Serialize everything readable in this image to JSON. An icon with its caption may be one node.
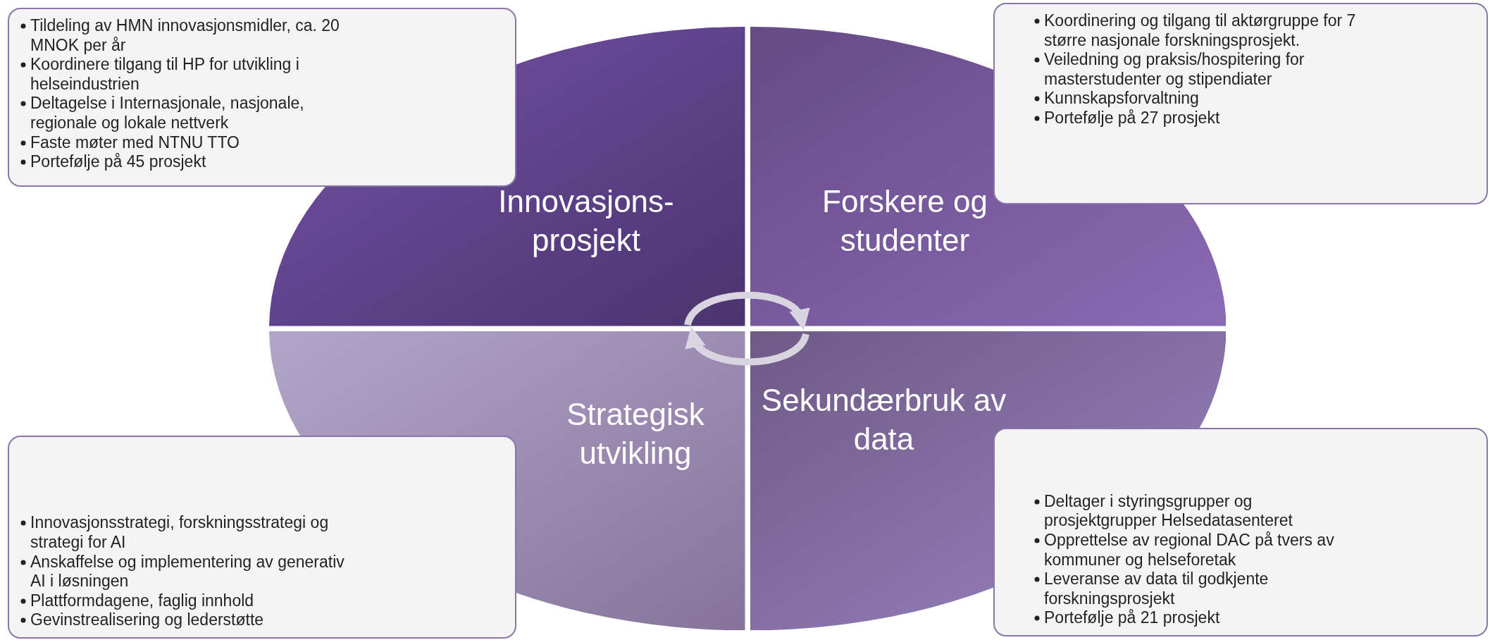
{
  "diagram": {
    "nodes": [
      {
        "text": [
          "Tildeling av HMN innovasjonsmidler, ca. 20 MNOK per år",
          "Koordinere tilgang til HP for utvikling i helseindustrien",
          "Deltagelse i Internasjonale, nasjonale, regionale og lokale nettverk",
          "Faste møter med NTNU TTO",
          "Portefølje på 45 prosjekt"
        ]
      },
      {
        "text": [
          "Koordinering og tilgang til aktørgruppe for 7 større nasjonale forskningsprosjekt.",
          "Veiledning og praksis/hospitering for masterstudenter og stipendiater",
          "Kunnskapsforvaltning",
          "Portefølje på 27 prosjekt"
        ]
      },
      {
        "text": [
          "Innovasjons- prosjekt"
        ]
      },
      {
        "text": [
          "Forskere og studenter"
        ]
      },
      {
        "text": [
          "Strategisk utvikling"
        ]
      },
      {
        "text": [
          "Sekundærbruk av data"
        ]
      },
      {
        "text": [
          "Innovasjonsstrategi, forskningsstrategi og strategi for AI",
          "Anskaffelse og implementering av generativ AI i løsningen",
          "Plattformdagene, faglig innhold",
          "Gevinstrealisering og lederstøtte"
        ]
      },
      {
        "text": [
          "Deltager i styringsgrupper og prosjektgrupper Helsedatasenteret",
          "Opprettelse av regional DAC på tvers av kommuner og helseforetak",
          "Leveranse av data til godkjente forskningsprosjekt",
          "Portefølje på 21 prosjekt"
        ]
      }
    ],
    "edges": [
      {
        "from": 2,
        "to": 3,
        "arrow": "to"
      },
      {
        "from": 5,
        "to": 4,
        "arrow": "to"
      }
    ]
  }
}
